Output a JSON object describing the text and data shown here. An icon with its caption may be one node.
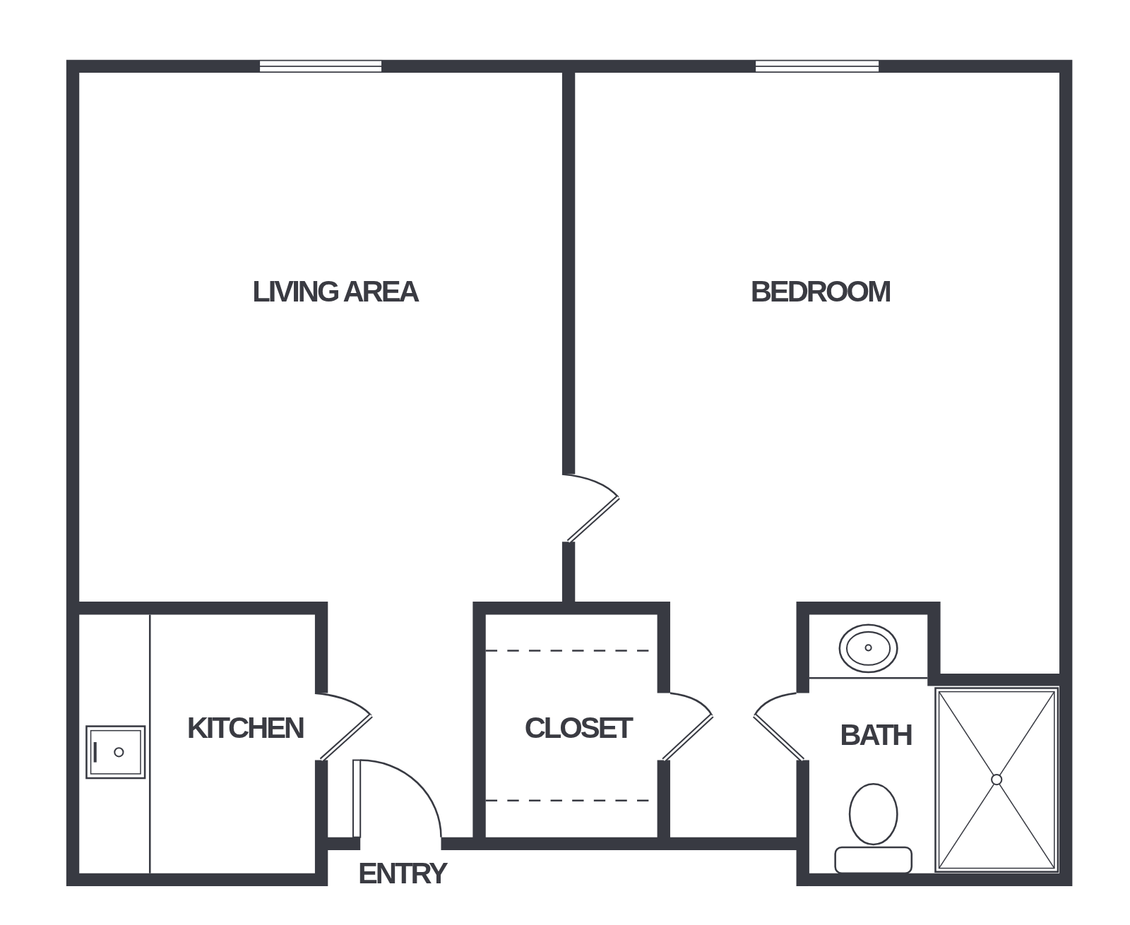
{
  "diagram": {
    "nodes": [
      {
        "text": [
          "LIVING AREA"
        ]
      },
      {
        "text": [
          "BEDROOM"
        ]
      },
      {
        "text": [
          "KITCHEN"
        ]
      },
      {
        "text": [
          "CLOSET"
        ]
      },
      {
        "text": [
          "BATH"
        ]
      }
    ],
    "edges": [],
    "labels": [
      "ENTRY"
    ]
  }
}
